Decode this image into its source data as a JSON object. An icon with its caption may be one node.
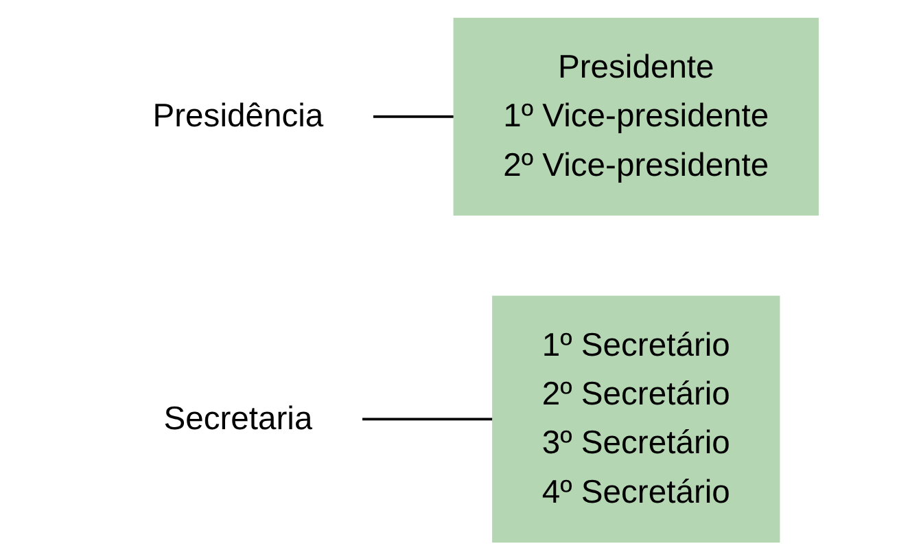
{
  "diagram": {
    "nodes": [
      {
        "text": [
          "Presidência"
        ]
      },
      {
        "text": [
          "Presidente",
          "1º Vice-presidente",
          "2º Vice-presidente"
        ]
      },
      {
        "text": [
          "Secretaria"
        ]
      },
      {
        "text": [
          "1º Secretário",
          "2º Secretário",
          "3º Secretário",
          "4º Secretário"
        ]
      }
    ],
    "edges": [
      {
        "from": 0,
        "to": 1,
        "arrow": "none"
      },
      {
        "from": 2,
        "to": 3,
        "arrow": "none"
      }
    ]
  }
}
